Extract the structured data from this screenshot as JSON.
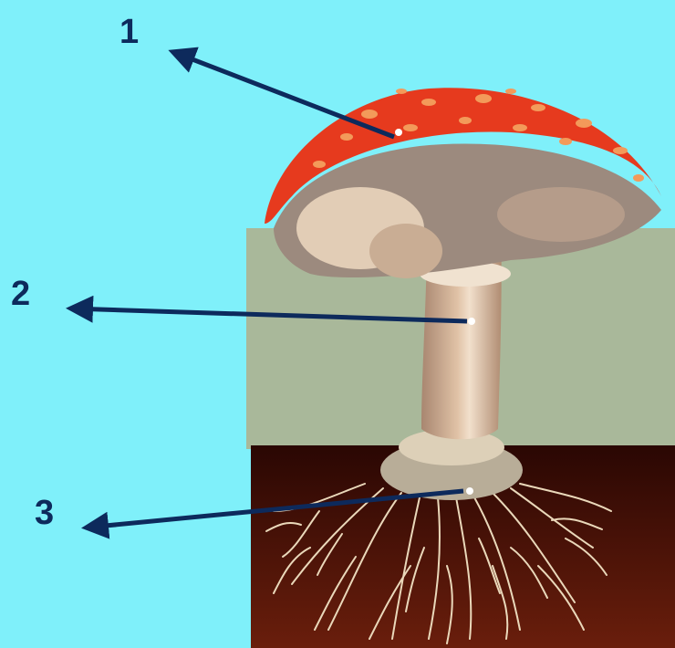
{
  "labels": [
    {
      "id": "1",
      "text": "1",
      "part": "cap"
    },
    {
      "id": "2",
      "text": "2",
      "part": "stem"
    },
    {
      "id": "3",
      "text": "3",
      "part": "mycelium"
    }
  ],
  "colors": {
    "background": "#7ff0fa",
    "ground": "#a9b89a",
    "soil": "#3a0a04",
    "cap_top": "#e63a1e",
    "cap_spots": "#f39a5a",
    "cap_underside": "#9c8a7e",
    "stem": "#cda98e",
    "mycelium": "#e8d6b8",
    "arrow": "#0d2a5c"
  }
}
